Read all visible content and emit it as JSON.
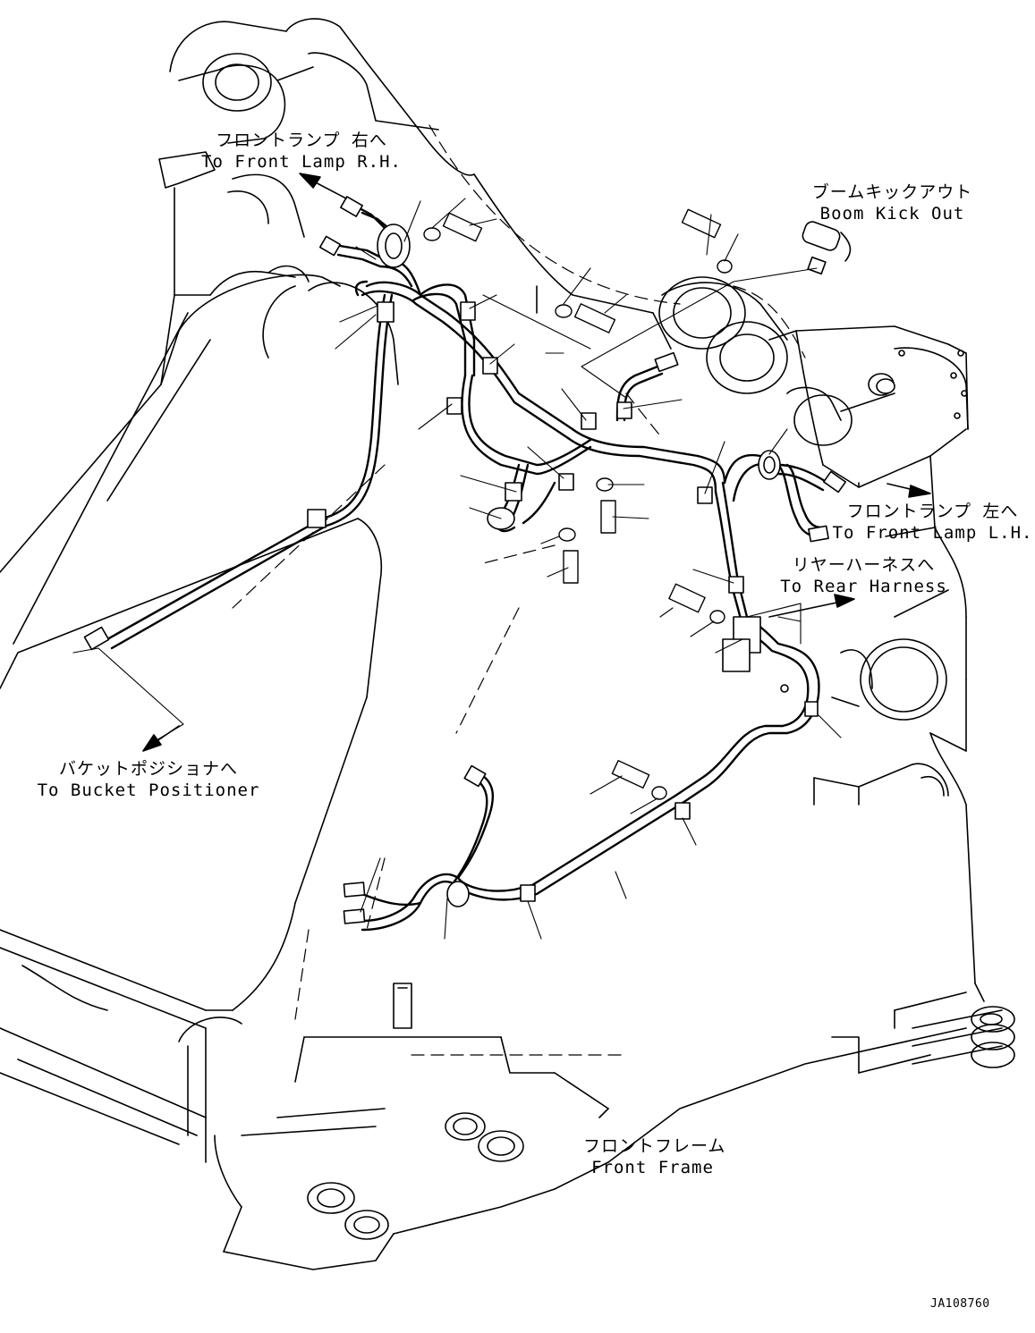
{
  "labels": {
    "front_lamp_rh": {
      "jp": "フロントランプ 右へ",
      "en": "To Front Lamp R.H."
    },
    "boom_kick_out": {
      "jp": "ブームキックアウト",
      "en": "Boom Kick Out"
    },
    "front_lamp_lh": {
      "jp": "フロントランプ 左へ",
      "en": "To Front Lamp L.H."
    },
    "rear_harness": {
      "jp": "リヤーハーネスへ",
      "en": "To Rear Harness"
    },
    "bucket_positioner": {
      "jp": "バケットポジショナへ",
      "en": "To Bucket Positioner"
    },
    "front_frame": {
      "jp": "フロントフレーム",
      "en": "Front Frame"
    }
  },
  "drawing_code": "JA108760"
}
